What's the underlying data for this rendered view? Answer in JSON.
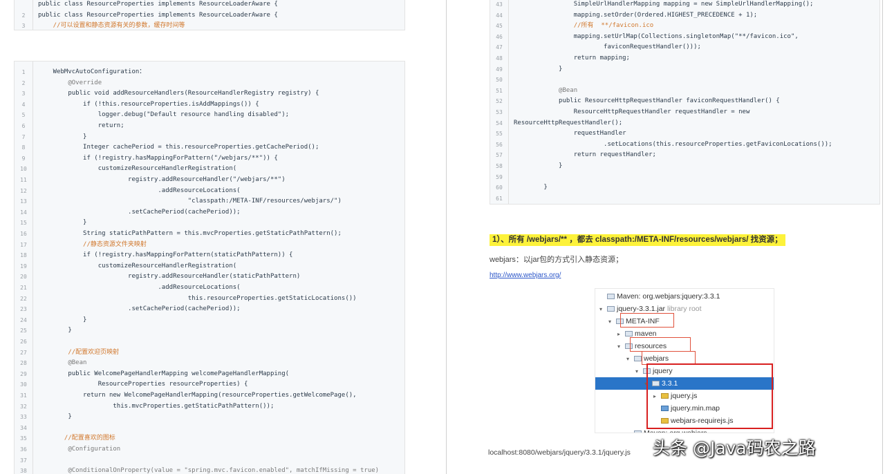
{
  "left_top_block": {
    "lines": [
      {
        "n": "",
        "code": "public class ResourceProperties implements ResourceLoaderAware {",
        "cls": "t"
      },
      {
        "n": "2",
        "code": "public class ResourceProperties implements ResourceLoaderAware {",
        "cls": "t"
      },
      {
        "n": "3",
        "code": "    //可以设置和静态资源有关的参数，缓存时间等",
        "cls": "cm"
      }
    ]
  },
  "left_block": {
    "lines": [
      {
        "n": "1",
        "code": "    WebMvcAutoConfiguration："
      },
      {
        "n": "2",
        "code": "        @Override"
      },
      {
        "n": "3",
        "code": "        public void addResourceHandlers(ResourceHandlerRegistry registry) {"
      },
      {
        "n": "4",
        "code": "            if (!this.resourceProperties.isAddMappings()) {"
      },
      {
        "n": "5",
        "code": "                logger.debug(\"Default resource handling disabled\");"
      },
      {
        "n": "6",
        "code": "                return;"
      },
      {
        "n": "7",
        "code": "            }"
      },
      {
        "n": "8",
        "code": "            Integer cachePeriod = this.resourceProperties.getCachePeriod();"
      },
      {
        "n": "9",
        "code": "            if (!registry.hasMappingForPattern(\"/webjars/**\")) {"
      },
      {
        "n": "10",
        "code": "                customizeResourceHandlerRegistration("
      },
      {
        "n": "11",
        "code": "                        registry.addResourceHandler(\"/webjars/**\")"
      },
      {
        "n": "12",
        "code": "                                .addResourceLocations("
      },
      {
        "n": "13",
        "code": "                                        \"classpath:/META-INF/resources/webjars/\")"
      },
      {
        "n": "14",
        "code": "                        .setCachePeriod(cachePeriod));"
      },
      {
        "n": "15",
        "code": "            }"
      },
      {
        "n": "16",
        "code": "            String staticPathPattern = this.mvcProperties.getStaticPathPattern();"
      },
      {
        "n": "17",
        "code": "            //静态资源文件夹映射"
      },
      {
        "n": "18",
        "code": "            if (!registry.hasMappingForPattern(staticPathPattern)) {"
      },
      {
        "n": "19",
        "code": "                customizeResourceHandlerRegistration("
      },
      {
        "n": "20",
        "code": "                        registry.addResourceHandler(staticPathPattern)"
      },
      {
        "n": "21",
        "code": "                                .addResourceLocations("
      },
      {
        "n": "22",
        "code": "                                        this.resourceProperties.getStaticLocations())"
      },
      {
        "n": "23",
        "code": "                        .setCachePeriod(cachePeriod));"
      },
      {
        "n": "24",
        "code": "            }"
      },
      {
        "n": "25",
        "code": "        }"
      },
      {
        "n": "26",
        "code": ""
      },
      {
        "n": "27",
        "code": "        //配置欢迎页映射"
      },
      {
        "n": "28",
        "code": "        @Bean"
      },
      {
        "n": "29",
        "code": "        public WelcomePageHandlerMapping welcomePageHandlerMapping("
      },
      {
        "n": "30",
        "code": "                ResourceProperties resourceProperties) {"
      },
      {
        "n": "31",
        "code": "            return new WelcomePageHandlerMapping(resourceProperties.getWelcomePage(),"
      },
      {
        "n": "32",
        "code": "                    this.mvcProperties.getStaticPathPattern());"
      },
      {
        "n": "33",
        "code": "        }"
      },
      {
        "n": "34",
        "code": ""
      },
      {
        "n": "35",
        "code": "       //配置喜欢的图标"
      },
      {
        "n": "36",
        "code": "        @Configuration"
      },
      {
        "n": "37",
        "code": ""
      },
      {
        "n": "38",
        "code": "        @ConditionalOnProperty(value = \"spring.mvc.favicon.enabled\", matchIfMissing = true)"
      }
    ]
  },
  "right_block": {
    "lines": [
      {
        "n": "43",
        "code": "                SimpleUrlHandlerMapping mapping = new SimpleUrlHandlerMapping();"
      },
      {
        "n": "44",
        "code": "                mapping.setOrder(Ordered.HIGHEST_PRECEDENCE + 1);"
      },
      {
        "n": "45",
        "code": "                //所有  **/favicon.ico"
      },
      {
        "n": "46",
        "code": "                mapping.setUrlMap(Collections.singletonMap(\"**/favicon.ico\","
      },
      {
        "n": "47",
        "code": "                        faviconRequestHandler()));"
      },
      {
        "n": "48",
        "code": "                return mapping;"
      },
      {
        "n": "49",
        "code": "            }"
      },
      {
        "n": "50",
        "code": ""
      },
      {
        "n": "51",
        "code": "            @Bean"
      },
      {
        "n": "52",
        "code": "            public ResourceHttpRequestHandler faviconRequestHandler() {"
      },
      {
        "n": "53",
        "code": "                ResourceHttpRequestHandler requestHandler = new"
      },
      {
        "n": "54",
        "code": "ResourceHttpRequestHandler();"
      },
      {
        "n": "55",
        "code": "                requestHandler"
      },
      {
        "n": "56",
        "code": "                        .setLocations(this.resourceProperties.getFaviconLocations());"
      },
      {
        "n": "57",
        "code": "                return requestHandler;"
      },
      {
        "n": "58",
        "code": "            }"
      },
      {
        "n": "59",
        "code": ""
      },
      {
        "n": "60",
        "code": "        }"
      },
      {
        "n": "61",
        "code": ""
      }
    ]
  },
  "article": {
    "heading": "1）、所有 /webjars/** ，都去 classpath:/META-INF/resources/webjars/ 找资源；",
    "sub": "webjars：以jar包的方式引入静态资源；",
    "link": "http://www.webjars.org/",
    "footer": "localhost:8080/webjars/jquery/3.3.1/jquery.js"
  },
  "tree": {
    "items": [
      {
        "label": "Maven: org.webjars:jquery:3.3.1",
        "extra": "",
        "arrow": "",
        "icon": "lib",
        "indent": 0
      },
      {
        "label": "jquery-3.3.1.jar",
        "extra": " library root",
        "arrow": "▾",
        "icon": "jar",
        "indent": 0
      },
      {
        "label": "META-INF",
        "extra": "",
        "arrow": "▾",
        "icon": "dir",
        "indent": 1
      },
      {
        "label": "maven",
        "extra": "",
        "arrow": "▸",
        "icon": "dir",
        "indent": 2
      },
      {
        "label": "resources",
        "extra": "",
        "arrow": "▾",
        "icon": "dir",
        "indent": 2
      },
      {
        "label": "webjars",
        "extra": "",
        "arrow": "▾",
        "icon": "dir",
        "indent": 3
      },
      {
        "label": "jquery",
        "extra": "",
        "arrow": "▾",
        "icon": "dir",
        "indent": 4
      },
      {
        "label": "3.3.1",
        "extra": "",
        "arrow": "▾",
        "icon": "dir",
        "indent": 5
      },
      {
        "label": "jquery.js",
        "extra": "",
        "arrow": "▸",
        "icon": "js",
        "indent": 6
      },
      {
        "label": "jquery.min.map",
        "extra": "",
        "arrow": "",
        "icon": "mp",
        "indent": 6
      },
      {
        "label": "webjars-requirejs.js",
        "extra": "",
        "arrow": "",
        "icon": "js",
        "indent": 6
      },
      {
        "label": "Maven: org.webjars",
        "extra": "",
        "arrow": "",
        "icon": "lib",
        "indent": 3
      }
    ]
  },
  "watermark": "头条 @Java码农之路"
}
